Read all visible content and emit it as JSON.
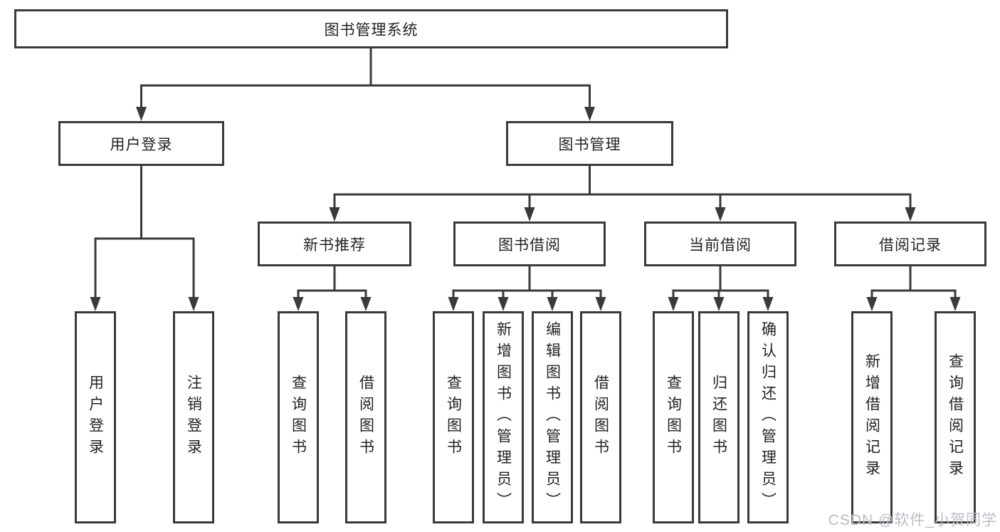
{
  "tree": {
    "root": {
      "label": "图书管理系统",
      "children": [
        {
          "label": "用户登录",
          "children": [
            {
              "label": "用户登录"
            },
            {
              "label": "注销登录"
            }
          ]
        },
        {
          "label": "图书管理",
          "children": [
            {
              "label": "新书推荐",
              "children": [
                {
                  "label": "查询图书"
                },
                {
                  "label": "借阅图书"
                }
              ]
            },
            {
              "label": "图书借阅",
              "children": [
                {
                  "label": "查询图书"
                },
                {
                  "label": "新增图书（管理员）"
                },
                {
                  "label": "编辑图书（管理员）"
                },
                {
                  "label": "借阅图书"
                }
              ]
            },
            {
              "label": "当前借阅",
              "children": [
                {
                  "label": "查询图书"
                },
                {
                  "label": "归还图书"
                },
                {
                  "label": "确认归还（管理员）"
                }
              ]
            },
            {
              "label": "借阅记录",
              "children": [
                {
                  "label": "新增借阅记录"
                },
                {
                  "label": "查询借阅记录"
                }
              ]
            }
          ]
        }
      ]
    }
  },
  "watermark": {
    "text": "CSDN @软件_小贺同学",
    "color": "#b8bcc4"
  },
  "colors": {
    "line": "#3a3a3a",
    "border": "#3a3a3a",
    "text": "#222326",
    "background": "#ffffff"
  }
}
